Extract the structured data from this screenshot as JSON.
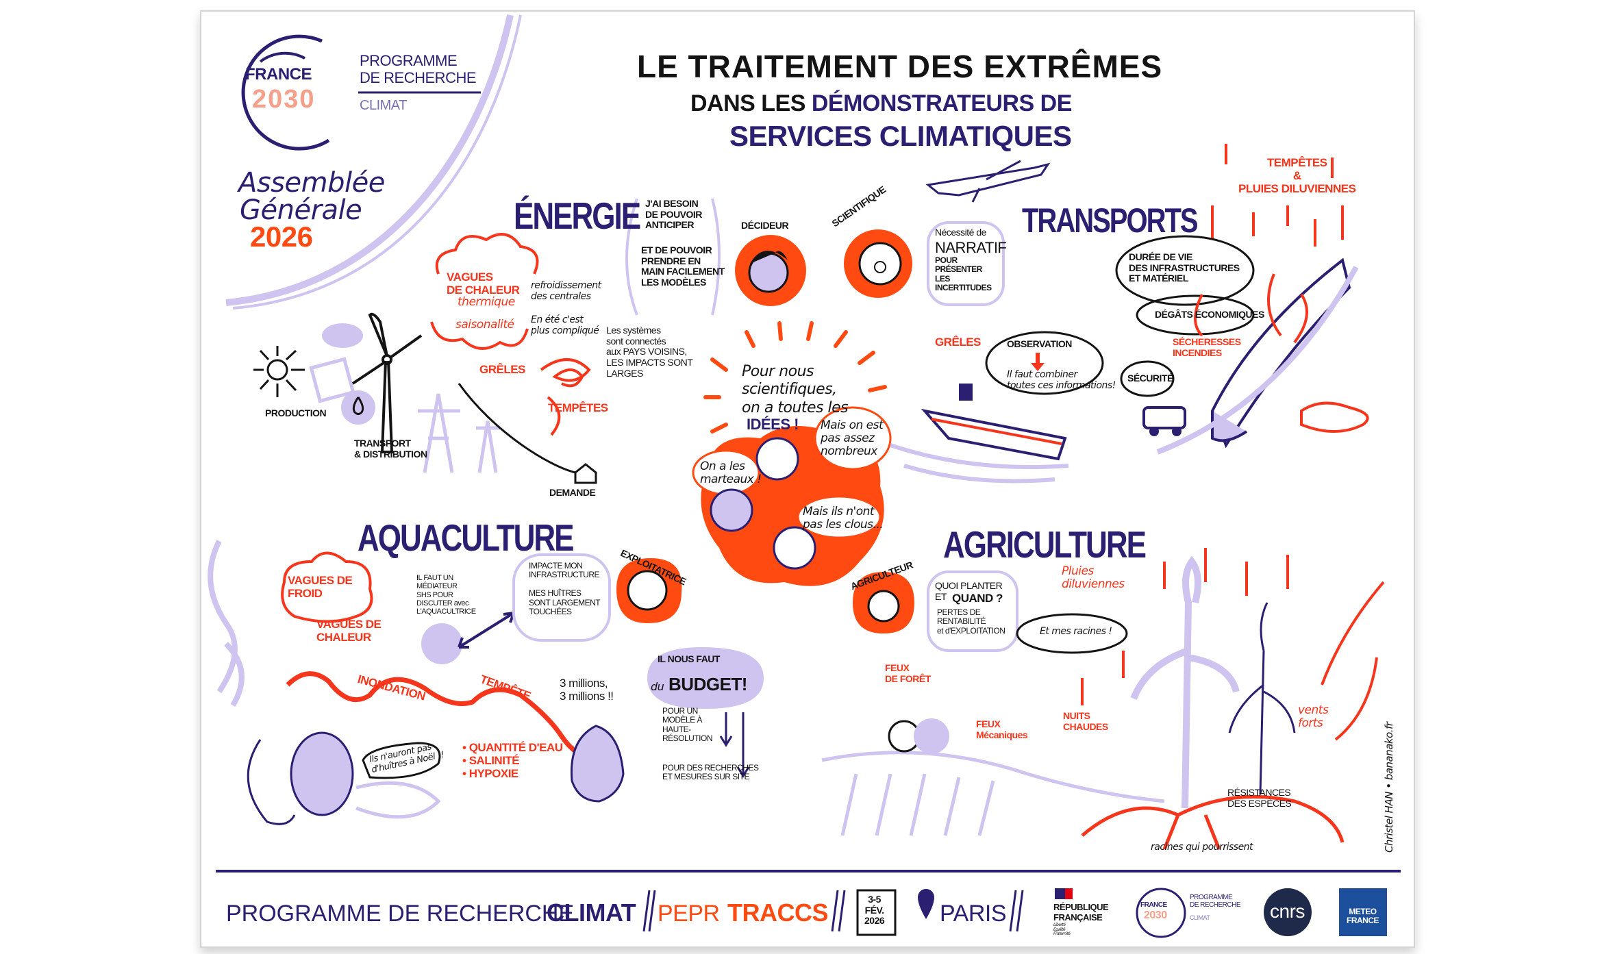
{
  "logo": {
    "france": "FRANCE",
    "year": "2030",
    "programme": "PROGRAMME\nDE RECHERCHE",
    "climat": "CLIMAT"
  },
  "event": {
    "line1": "Assemblée",
    "line2": "Générale",
    "year": "2026"
  },
  "title": {
    "line1": "LE TRAITEMENT  DES EXTRÊMES",
    "line2_prefix": "DANS LES",
    "line2_accent": "DÉMONSTRATEURS DE",
    "line3": "SERVICES CLIMATIQUES"
  },
  "energie": {
    "heading": "ÉNERGIE",
    "decideur_quote1": "J'AI BESOIN\nDE POUVOIR\nANTICIPER",
    "decideur_quote2": "ET DE POUVOIR\nPRENDRE EN\nMAIN FACILEMENT\nLES MODÈLES",
    "decideur_label": "DÉCIDEUR",
    "scientifique_label": "SCIENTIFIQUE",
    "narratif": {
      "pre": "Nécessité de",
      "main": "NARRATIF",
      "post": "POUR\nPRÉSENTER\nLES\nINCERTITUDES"
    },
    "vagues_chaleur": "VAGUES\nDE CHALEUR",
    "thermique": "thermique",
    "saisonalite": "saisonalité",
    "refroidissement": "refroidissement\ndes centrales",
    "ete": "En été c'est\nplus compliqué",
    "systemes": "Les systèmes\nsont connectés\naux PAYS VOISINS,\nLES IMPACTS SONT\nLARGES",
    "greles": "GRÊLES",
    "tempetes": "TEMPÊTES",
    "production": "PRODUCTION",
    "transport": "TRANSPORT\n& DISTRIBUTION",
    "demande": "DEMANDE"
  },
  "centre": {
    "burst_line1": "Pour nous\nscientifiques,\non a toutes les",
    "burst_line2": "IDÉES !",
    "marteaux": "On a les\nmarteaux !",
    "nombreux": "Mais on est\npas assez\nnombreux",
    "clous": "Mais ils n'ont\npas les clous..."
  },
  "transports": {
    "heading": "TRANSPORTS",
    "tempetes": "TEMPÊTES\n&\nPLUIES DILUVIENNES",
    "duree": "DURÉE DE VIE\nDES INFRASTRUCTURES\nET MATÉRIEL",
    "degats": "DÉGÂTS ÉCONOMIQUES",
    "secheresses": "SÉCHERESSES\nINCENDIES",
    "securite": "SÉCURITÉ",
    "observation": "OBSERVATION",
    "combiner": "Il faut combiner\ntoutes ces informations!",
    "greles": "GRÊLES"
  },
  "aquaculture": {
    "heading": "AQUACULTURE",
    "froid": "VAGUES DE\nFROID",
    "chaleur": "VAGUES DE\nCHALEUR",
    "mediateur": "IL FAUT UN\nMÉDIATEUR\nSHS POUR\nDISCUTER avec\nL'AQUACULTRICE",
    "impacte": "IMPACTE MON\nINFRASTRUCTURE\n\nMES HUÎTRES\nSONT LARGEMENT\nTOUCHÉES",
    "exploitatrice": "EXPLOITATRICE",
    "inondation": "INONDATION",
    "tempete": "TEMPÊTE",
    "noel": "Ils n'auront pas\nd'huîtres à Noël !!",
    "bullets": [
      "QUANTITÉ D'EAU",
      "SALINITÉ",
      "HYPOXIE"
    ],
    "millions": "3 millions,\n3 millions !!",
    "budget_pre": "IL NOUS FAUT",
    "budget_du": "du",
    "budget": "BUDGET!",
    "modele": "POUR UN\nMODÈLE À\nHAUTE-\nRÉSOLUTION",
    "recherches": "POUR DES RECHERCHES\nET MESURES SUR SITE"
  },
  "agriculture": {
    "heading": "AGRICULTURE",
    "agriculteur": "AGRICULTEUR",
    "quoi_planter": "QUOI PLANTER\nET",
    "quand": "QUAND ?",
    "pertes": "PERTES DE\nRENTABILITÉ\net d'EXPLOITATION",
    "pluies": "Pluies\ndiluviennes",
    "racines_bubble": "Et mes racines !",
    "feux_foret": "FEUX\nDE FORÊT",
    "feux_meca": "FEUX\nMécaniques",
    "nuits": "NUITS\nCHAUDES",
    "vents": "vents\nforts",
    "resistances": "RÉSISTANCES\nDES ESPÈCES",
    "pourrissent": "racines qui pourrissent"
  },
  "signature": "Christel HAN • bananako.fr",
  "footer": {
    "programme": "PROGRAMME DE RECHERCHE",
    "climat": "CLIMAT",
    "pepr": "PEPR",
    "traccs": "TRACCS",
    "dates": "3-5\nFÉV.\n2026",
    "city": "PARIS",
    "rf": "RÉPUBLIQUE\nFRANÇAISE",
    "rf_motto": "Liberté\nÉgalité\nFraternité",
    "f2030_france": "FRANCE",
    "f2030_year": "2030",
    "f2030_prog": "PROGRAMME\nDE RECHERCHE",
    "f2030_climat": "CLIMAT",
    "cnrs": "cnrs",
    "meteo": "METEO\nFRANCE"
  },
  "colors": {
    "navy": "#2b1f72",
    "orange": "#ff4b12",
    "red": "#f5361c",
    "lavender": "#cfc4f0"
  }
}
